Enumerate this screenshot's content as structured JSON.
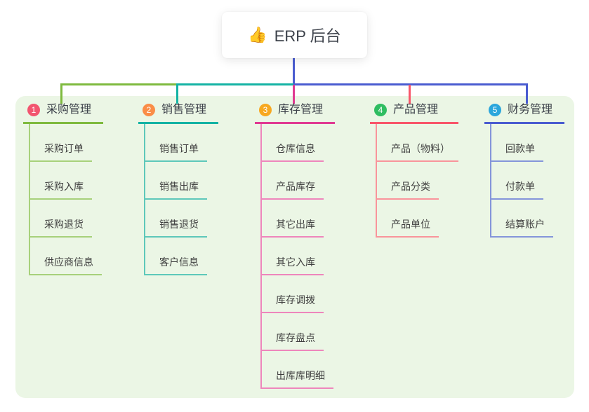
{
  "root": {
    "icon": "👍",
    "label": "ERP 后台"
  },
  "branches": [
    {
      "num": "1",
      "label": "采购管理",
      "badge_color": "#f2556f",
      "line_color": "#7fba3f",
      "child_line_color": "#a7d17b",
      "children": [
        "采购订单",
        "采购入库",
        "采购退货",
        "供应商信息"
      ]
    },
    {
      "num": "2",
      "label": "销售管理",
      "badge_color": "#fa8d47",
      "line_color": "#14b3a4",
      "child_line_color": "#5ec8ba",
      "children": [
        "销售订单",
        "销售出库",
        "销售退货",
        "客户信息"
      ]
    },
    {
      "num": "3",
      "label": "库存管理",
      "badge_color": "#f7a820",
      "line_color": "#e03a92",
      "child_line_color": "#ee86bc",
      "children": [
        "仓库信息",
        "产品库存",
        "其它出库",
        "其它入库",
        "库存调拨",
        "库存盘点",
        "出库库明细"
      ]
    },
    {
      "num": "4",
      "label": "产品管理",
      "badge_color": "#2fbd61",
      "line_color": "#f8566a",
      "child_line_color": "#f9949b",
      "children": [
        "产品（物料）",
        "产品分类",
        "产品单位"
      ]
    },
    {
      "num": "5",
      "label": "财务管理",
      "badge_color": "#2ba6dc",
      "line_color": "#4a5cd0",
      "child_line_color": "#8495da",
      "children": [
        "回款单",
        "付款单",
        "结算账户"
      ]
    }
  ],
  "connectors": {
    "root_line": "#4a5cd0",
    "bus_segments": [
      "#7fba3f",
      "#14b3a4",
      "#4a5cd0"
    ],
    "drop_colors": [
      "#7fba3f",
      "#14b3a4",
      "#e03a92",
      "#f8566a",
      "#4a5cd0"
    ]
  },
  "colors": {
    "page_bg": "#ffffff",
    "panel_bg": "#ebf6e5",
    "title_text": "#3a3f48",
    "child_text": "#3f3f3f",
    "badge_text": "#ffffff"
  }
}
